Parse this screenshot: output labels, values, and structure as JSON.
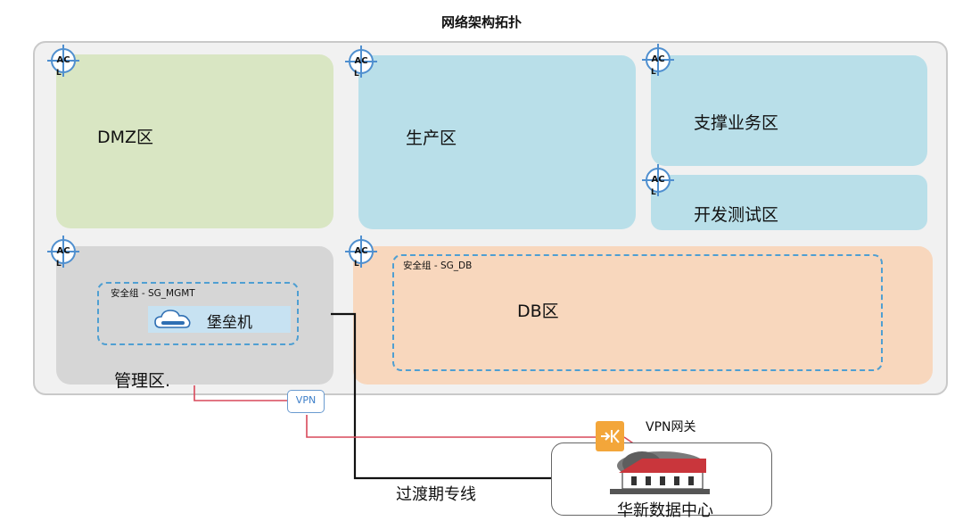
{
  "title": "网络架构拓扑",
  "acl": {
    "text_top": "AC",
    "text_bottom": "L"
  },
  "zones": {
    "dmz": "DMZ区",
    "production": "生产区",
    "support": "支撑业务区",
    "dev_test": "开发测试区",
    "management": "管理区.",
    "db": "DB区"
  },
  "security_groups": {
    "mgmt": "安全组 - SG_MGMT",
    "db": "安全组 - SG_DB"
  },
  "bastion": "堡垒机",
  "vpn": "VPN",
  "vpn_gateway": "VPN网关",
  "transition_line": "过渡期专线",
  "datacenter": "华新数据中心",
  "colors": {
    "dmz": "#d9e6c3",
    "production": "#b9dfe9",
    "management": "#d6d6d6",
    "db": "#f8d7bd",
    "dashed": "#4f9fd2",
    "vpn_line": "#d9485a",
    "gateway": "#f3a63a"
  }
}
